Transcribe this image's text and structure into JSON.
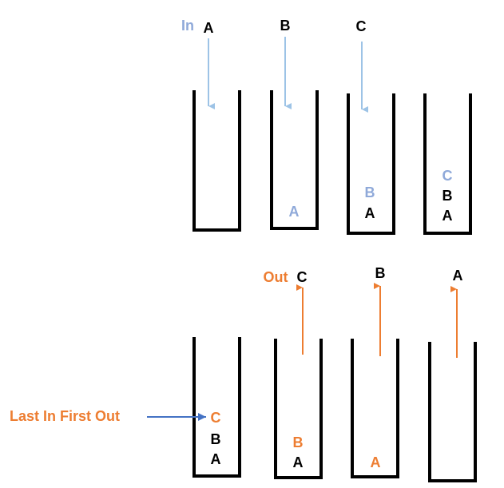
{
  "colors": {
    "push": "#9dc3e6",
    "push_label": "#8fa9d9",
    "pop": "#ed7d31",
    "pointer": "#4472c4",
    "container": "#000000",
    "text": "#000000"
  },
  "push": {
    "label": "In",
    "steps": [
      {
        "incoming": "A",
        "stack": []
      },
      {
        "incoming": "B",
        "stack": [
          "A"
        ],
        "new_item": "A"
      },
      {
        "incoming": "C",
        "stack": [
          "B",
          "A"
        ],
        "new_item": "B"
      },
      {
        "incoming": "",
        "stack": [
          "C",
          "B",
          "A"
        ],
        "new_item": "C"
      }
    ]
  },
  "pop": {
    "label": "Out",
    "steps": [
      {
        "outgoing": "",
        "stack": [
          "C",
          "B",
          "A"
        ],
        "top_item": "C"
      },
      {
        "outgoing": "C",
        "stack": [
          "B",
          "A"
        ],
        "top_item": "B"
      },
      {
        "outgoing": "B",
        "stack": [
          "A"
        ],
        "top_item": "A"
      },
      {
        "outgoing": "A",
        "stack": []
      }
    ]
  },
  "annotation": "Last In First Out"
}
